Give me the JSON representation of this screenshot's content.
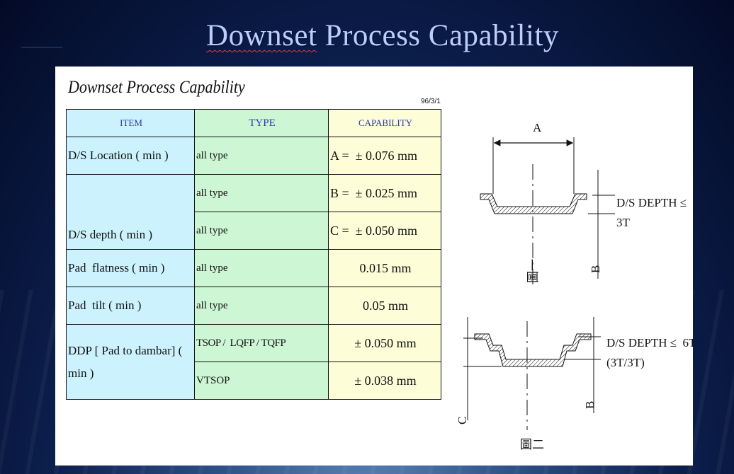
{
  "slide": {
    "title_word1": "Downset",
    "title_rest": " Process Capability"
  },
  "document": {
    "title": "Downset Process Capability",
    "date": "96/3/1",
    "headers": {
      "item": "ITEM",
      "type": "TYPE",
      "capability": "CAPABILITY"
    },
    "rows": [
      {
        "item": "D/S Location ( min )",
        "type": "all type",
        "capability": "A =  ± 0.076 mm"
      },
      {
        "item": "D/S depth ( min )",
        "type": "all type",
        "capability": "B =  ± 0.025 mm"
      },
      {
        "type": "all type",
        "capability": "C =  ± 0.050 mm"
      },
      {
        "item": "Pad  flatness ( min )",
        "type": "all type",
        "capability": "0.015 mm"
      },
      {
        "item": "Pad  tilt ( min )",
        "type": "all type",
        "capability": "0.05 mm"
      },
      {
        "item": "DDP [ Pad to dambar] ( min )",
        "type": "TSOP /  LQFP / TQFP",
        "capability": "± 0.050 mm"
      },
      {
        "type": "VTSOP",
        "capability": "± 0.038 mm"
      }
    ]
  },
  "diagram": {
    "fig1": {
      "dimension_a": "A",
      "dimension_b": "B",
      "depth_text_line1": "D/S DEPTH ≤",
      "depth_text_line2": "3T",
      "caption": "圖一"
    },
    "fig2": {
      "dimension_b": "B",
      "dimension_c": "C",
      "depth_text_line1": "D/S DEPTH ≤  6T",
      "depth_text_line2": "(3T/3T)",
      "caption": "圖二"
    }
  }
}
